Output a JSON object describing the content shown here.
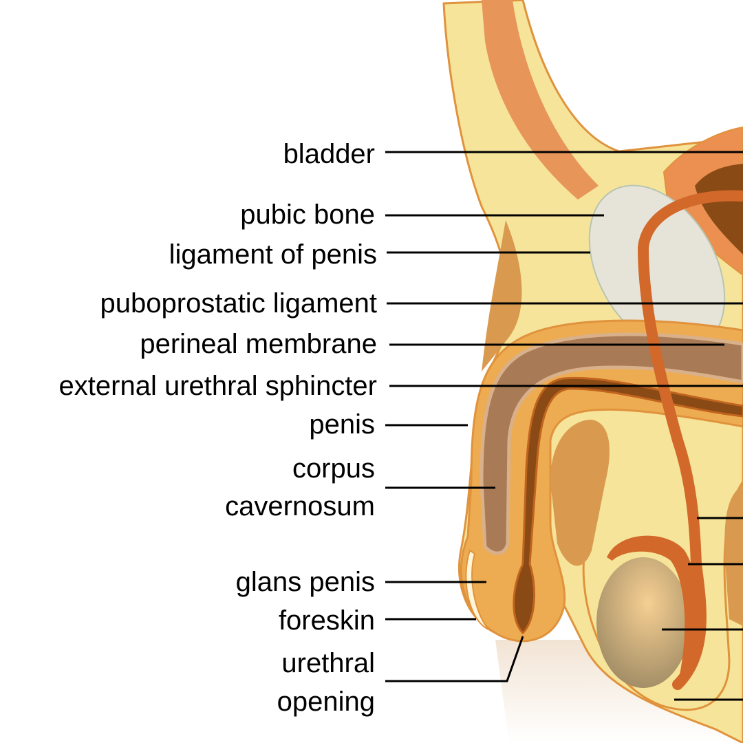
{
  "labels": {
    "bladder": "bladder",
    "pubic_bone": "pubic bone",
    "ligament_of_penis": "ligament of penis",
    "puboprostatic_ligament": "puboprostatic ligament",
    "perineal_membrane": "perineal membrane",
    "external_urethral_sphincter": "external urethral sphincter",
    "penis": "penis",
    "corpus_cavernosum_1": "corpus",
    "corpus_cavernosum_2": "cavernosum",
    "glans_penis": "glans penis",
    "foreskin": "foreskin",
    "urethral_opening_1": "urethral",
    "urethral_opening_2": "opening"
  },
  "colors": {
    "skin": "#f6e49a",
    "outline": "#e0923c",
    "tissue": "#eeac52",
    "cavernosum": "#a87a55",
    "vas": "#d2692a",
    "bone": "#e6e4d8",
    "testis": "#d8b482"
  }
}
